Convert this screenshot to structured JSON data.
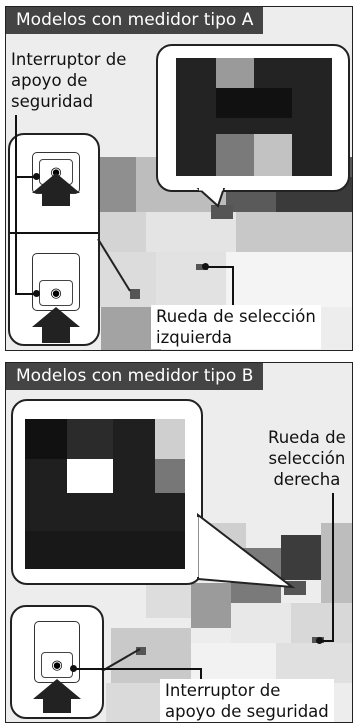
{
  "panel_a": {
    "title": "Modelos con medidor tipo A",
    "switch_label": "Interruptor de apoyo de seguridad",
    "switch_label_lines": [
      "Interruptor de",
      "apoyo de",
      "seguridad"
    ],
    "wheel_label_lines": [
      "Rueda de selección",
      "izquierda"
    ]
  },
  "panel_b": {
    "title": "Modelos con medidor tipo B",
    "wheel_label_lines": [
      "Rueda de",
      "selección",
      "derecha"
    ],
    "switch_label_lines": [
      "Interruptor de",
      "apoyo de seguridad"
    ]
  },
  "icons": {
    "switch_button": "car-safety-icon"
  },
  "colors": {
    "tag_bg": "#444444",
    "line": "#111111"
  }
}
